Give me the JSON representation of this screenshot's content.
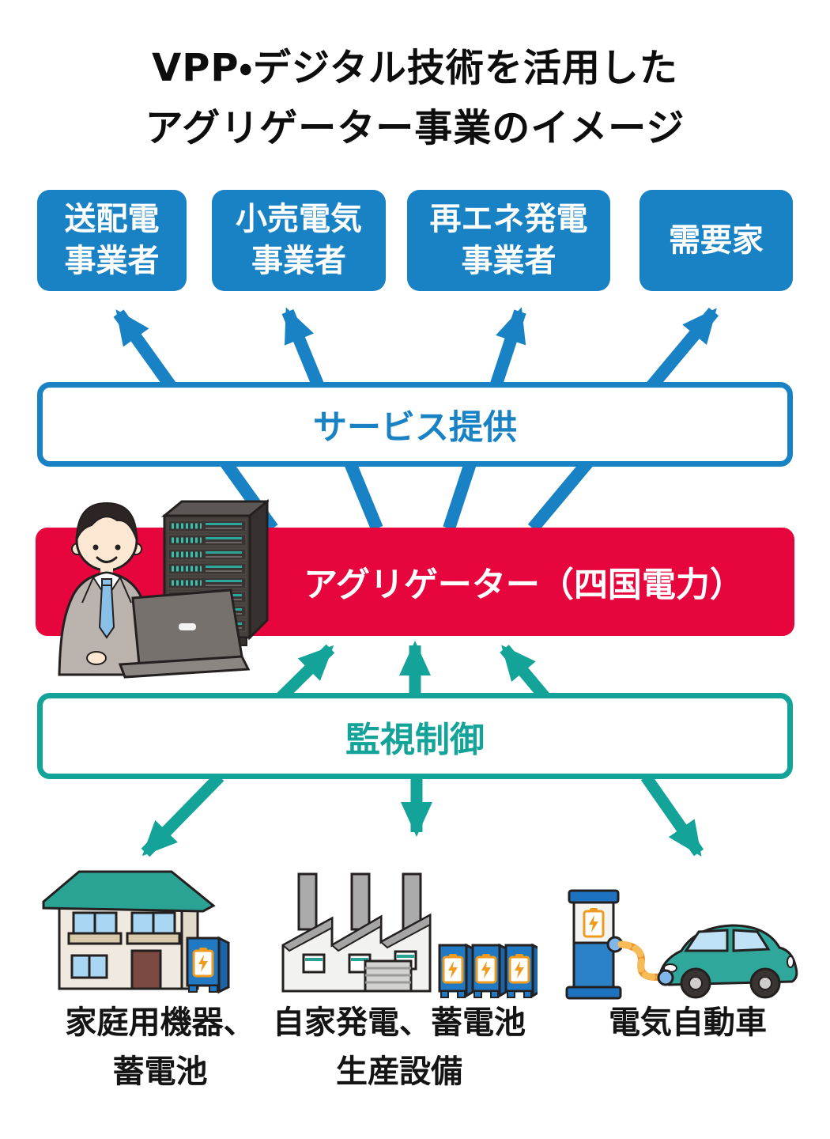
{
  "title": {
    "line1": "VPP・デジタル技術を活用した",
    "line2": "アグリゲーター事業のイメージ"
  },
  "stakeholders": [
    {
      "line1": "送配電",
      "line2": "事業者"
    },
    {
      "line1": "小売電気",
      "line2": "事業者"
    },
    {
      "line1": "再エネ発電",
      "line2": "事業者"
    },
    {
      "line1": "需要家",
      "line2": ""
    }
  ],
  "flows": {
    "service": {
      "label": "サービス提供"
    },
    "monitoring": {
      "label": "監視制御"
    }
  },
  "aggregator": {
    "label": "アグリゲーター（四国電力）"
  },
  "resources": [
    {
      "line1": "家庭用機器、",
      "line2": "蓄電池"
    },
    {
      "line1": "自家発電、蓄電池",
      "line2": "生産設備"
    },
    {
      "line1": "電気自動車",
      "line2": ""
    }
  ],
  "colors": {
    "blue": "#1982c4",
    "red": "#e6053c",
    "teal": "#14a398",
    "roof_teal": "#2aa294",
    "battery_blue": "#2179c4",
    "orange": "#ef9b1d",
    "text_black": "#141414",
    "white": "#ffffff"
  },
  "icons": {
    "aggregator_illustration": "operator-with-laptop-and-server-rack",
    "resource_1": "house-with-home-battery",
    "resource_2": "factory-with-battery-units",
    "resource_3": "ev-charger-and-electric-car",
    "battery_symbol": "battery-with-lightning-bolt",
    "service_arrows": "four-up-arrows-blue",
    "monitoring_arrows": "six-bidirectional-arrows-teal"
  }
}
